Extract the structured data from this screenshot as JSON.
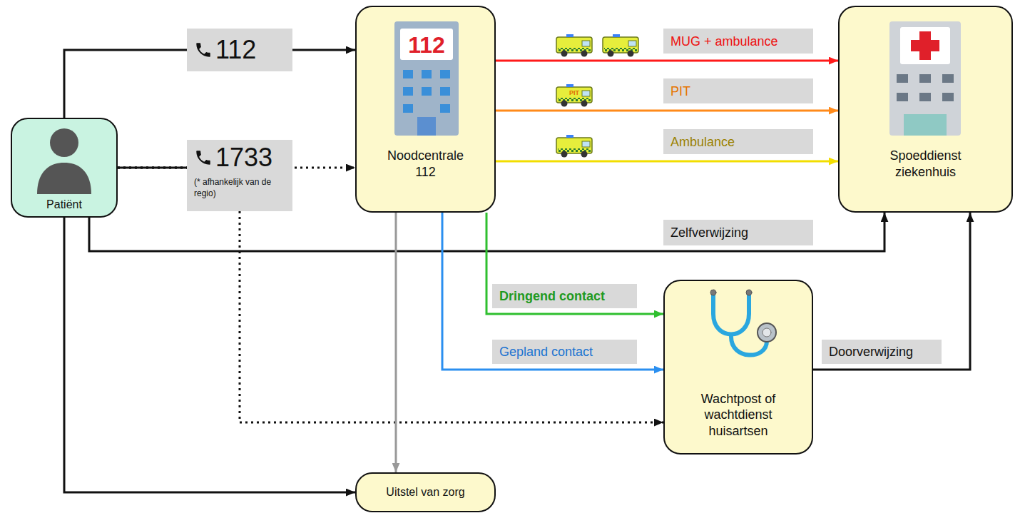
{
  "diagram": {
    "nodes": [
      {
        "text": [
          "Patiënt"
        ]
      },
      {
        "text": [
          "Noodcentrale 112"
        ]
      },
      {
        "text": [
          "Spoeddienst ziekenhuis"
        ]
      },
      {
        "text": [
          "Wachtpost of wachtdienst huisartsen"
        ]
      },
      {
        "text": [
          "Uitstel van zorg"
        ]
      }
    ],
    "edges": [
      {
        "from": 0,
        "to": 1,
        "label": "112",
        "arrow": "to"
      },
      {
        "from": 0,
        "to": 1,
        "label": "1733",
        "arrow": "to"
      },
      {
        "from": 0,
        "to": 3,
        "arrow": "to"
      },
      {
        "from": 1,
        "to": 2,
        "label": "MUG + ambulance",
        "arrow": "to"
      },
      {
        "from": 1,
        "to": 2,
        "label": "PIT",
        "arrow": "to"
      },
      {
        "from": 1,
        "to": 2,
        "label": "Ambulance",
        "arrow": "to"
      },
      {
        "from": 0,
        "to": 2,
        "label": "Zelfverwijzing",
        "arrow": "to"
      },
      {
        "from": 1,
        "to": 3,
        "label": "Dringend contact",
        "arrow": "to"
      },
      {
        "from": 1,
        "to": 3,
        "label": "Gepland contact",
        "arrow": "to"
      },
      {
        "from": 1,
        "to": 4,
        "arrow": "to"
      },
      {
        "from": 3,
        "to": 2,
        "label": "Doorverwijzing",
        "arrow": "to"
      },
      {
        "from": 0,
        "to": 4,
        "arrow": "to"
      }
    ],
    "labels": [
      "(* afhankelijk van de regio)",
      "112",
      "PIT"
    ]
  }
}
